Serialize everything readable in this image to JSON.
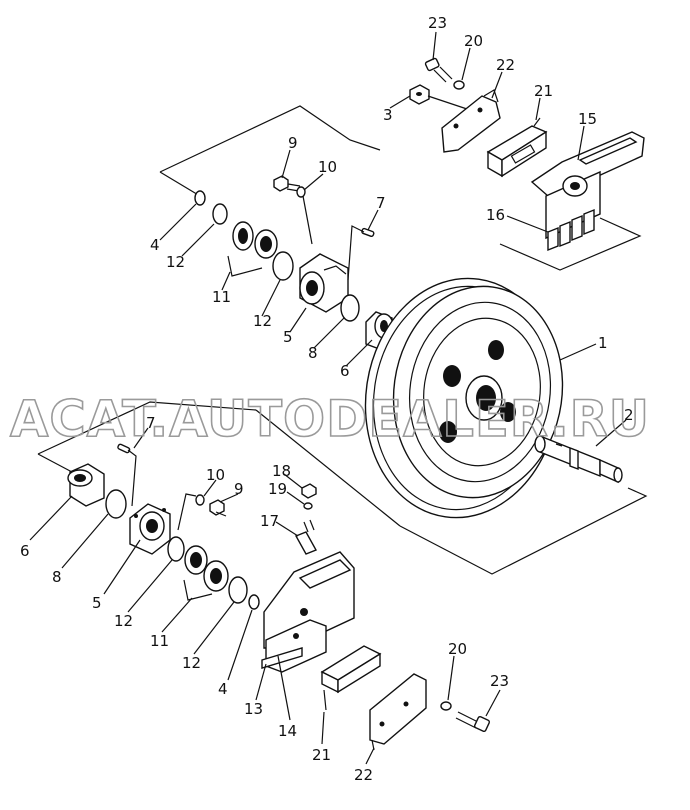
{
  "watermark": "ACAT.AUTODEALER.RU",
  "callouts": [
    {
      "id": "c23a",
      "text": "23"
    },
    {
      "id": "c20a",
      "text": "20"
    },
    {
      "id": "c22a",
      "text": "22"
    },
    {
      "id": "c3",
      "text": "3"
    },
    {
      "id": "c21a",
      "text": "21"
    },
    {
      "id": "c15",
      "text": "15"
    },
    {
      "id": "c16",
      "text": "16"
    },
    {
      "id": "c9a",
      "text": "9"
    },
    {
      "id": "c10a",
      "text": "10"
    },
    {
      "id": "c7a",
      "text": "7"
    },
    {
      "id": "c4a",
      "text": "4"
    },
    {
      "id": "c12a",
      "text": "12"
    },
    {
      "id": "c11a",
      "text": "11"
    },
    {
      "id": "c12b",
      "text": "12"
    },
    {
      "id": "c5a",
      "text": "5"
    },
    {
      "id": "c8a",
      "text": "8"
    },
    {
      "id": "c6a",
      "text": "6"
    },
    {
      "id": "c1",
      "text": "1"
    },
    {
      "id": "c2",
      "text": "2"
    },
    {
      "id": "c7b",
      "text": "7"
    },
    {
      "id": "c10b",
      "text": "10"
    },
    {
      "id": "c9b",
      "text": "9"
    },
    {
      "id": "c18",
      "text": "18"
    },
    {
      "id": "c19",
      "text": "19"
    },
    {
      "id": "c17",
      "text": "17"
    },
    {
      "id": "c6b",
      "text": "6"
    },
    {
      "id": "c8b",
      "text": "8"
    },
    {
      "id": "c5b",
      "text": "5"
    },
    {
      "id": "c12c",
      "text": "12"
    },
    {
      "id": "c11b",
      "text": "11"
    },
    {
      "id": "c12d",
      "text": "12"
    },
    {
      "id": "c4b",
      "text": "4"
    },
    {
      "id": "c13",
      "text": "13"
    },
    {
      "id": "c14",
      "text": "14"
    },
    {
      "id": "c20b",
      "text": "20"
    },
    {
      "id": "c23b",
      "text": "23"
    },
    {
      "id": "c21b",
      "text": "21"
    },
    {
      "id": "c22b",
      "text": "22"
    }
  ]
}
